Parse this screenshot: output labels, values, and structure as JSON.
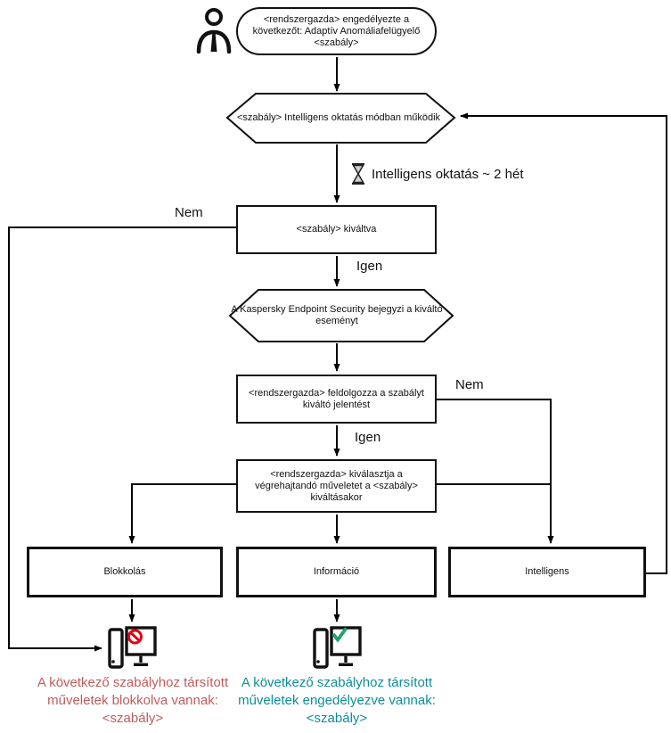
{
  "diagram": {
    "background": "#ffffff",
    "nodes": {
      "start": {
        "text": "<rendszergazda> engedélyezte a\nkövetkezőt: Adaptív Anomáliafelügyelő\n<szabály>"
      },
      "training_mode": {
        "text": "<szabály> Intelligens oktatás módban működik"
      },
      "rule_triggered": {
        "text": "<szabály> kiváltva"
      },
      "log_event": {
        "text": "A Kaspersky Endpoint Security bejegyzi a kiváltó\neseményt"
      },
      "process_report": {
        "text": "<rendszergazda> feldolgozza a szabályt\nkiváltó jelentést"
      },
      "select_action": {
        "text": "<rendszergazda> kiválasztja a\nvégrehajtandó műveletet a <szabály>\nkiváltásakor"
      },
      "block": {
        "text": "Blokkolás"
      },
      "inform": {
        "text": "Információ"
      },
      "smart": {
        "text": "Intelligens"
      }
    },
    "labels": {
      "no_left": "Nem",
      "yes_first": "Igen",
      "no_right": "Nem",
      "yes_second": "Igen",
      "training_duration": "Intelligens oktatás ~ 2 hét"
    },
    "captions": {
      "blocked": "A következő szabályhoz társított\nműveletek blokkolva vannak:\n<szabály>",
      "allowed": "A következő szabályhoz társított\nműveletek engedélyezve vannak:\n<szabály>"
    },
    "icons": {
      "administrator": "person-outline",
      "timer": "hourglass",
      "blocked_computer": "computer-with-prohibition-sign",
      "allowed_computer": "computer-with-check-mark"
    },
    "colors": {
      "line": "#000000",
      "node_border": "#111111",
      "blocked_caption": "#c05c5c",
      "allowed_caption": "#0f8e96",
      "prohibition": "#e00613",
      "check": "#1fa36b"
    }
  }
}
